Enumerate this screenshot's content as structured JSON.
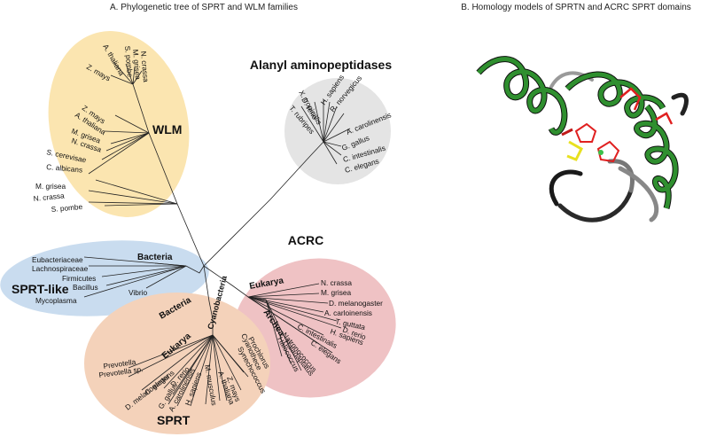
{
  "panels": {
    "a_title": "A. Phylogenetic tree of SPRT and WLM families",
    "b_title": "B. Homology models of SPRTN and ACRC SPRT domains"
  },
  "groups": {
    "wlm": "WLM",
    "alanyl": "Alanyl aminopeptidases",
    "acrc": "ACRC",
    "sprt_like": "SPRT-like",
    "sprt": "SPRT",
    "bacteria_sprtlike": "Bacteria",
    "eukarya_acrc": "Eukarya",
    "archea": "Archea",
    "bacteria_sprt": "Bacteria",
    "eukarya_sprt": "Eukarya",
    "cyanobacteria": "Cyanobacteria"
  },
  "species": {
    "wlm": [
      "A. thaliana",
      "Z. mays",
      "S. pombe",
      "M. grisea",
      "N. crassa",
      "Z. mays",
      "A. thaliana",
      "M. grisea",
      "N. crassa",
      "S. cerevisae",
      "C. albicans",
      "M. grisea",
      "N. crassa",
      "S. pombe"
    ],
    "alanyl": [
      "X. tropicalis",
      "D. rerio",
      "T. rubripes",
      "H. sapiens",
      "R. norvegicus",
      "A. carolinensis",
      "G. gallus",
      "C. intestinalis",
      "C. elegans"
    ],
    "sprt_like": [
      "Eubacteriaceae",
      "Lachnospiraceae",
      "Firmicutes",
      "Bacillus",
      "Vibrio",
      "Mycoplasma"
    ],
    "acrc": [
      "N. crassa",
      "M. grisea",
      "D. melanogaster",
      "A. carloinensis",
      "T. guttata",
      "D. rerio",
      "H. sapiens",
      "C. intestinalis",
      "C. elegans",
      "Halococcus",
      "Natronococcus",
      "Haladaptatus"
    ],
    "sprt": [
      "Prevotella",
      "Prevotella sp.",
      "D. melanogaster",
      "C. elegans",
      "D. rerio",
      "G. gallus",
      "A. carolinensis",
      "H. sapiens",
      "M. musculus",
      "A. thaliana",
      "Z. mays",
      "Cyanothece",
      "Prochlorus",
      "Synechococcus"
    ]
  },
  "colors": {
    "wlm": "#fbe5b0",
    "alanyl": "#e4e4e4",
    "sprt_like": "#c9dcef",
    "acrc": "#efc2c4",
    "sprt": "#f4d2ba",
    "helix": "#2f8f2f",
    "highlight_red": "#e02020",
    "highlight_yellow": "#e8e020",
    "coil": "#555555"
  }
}
